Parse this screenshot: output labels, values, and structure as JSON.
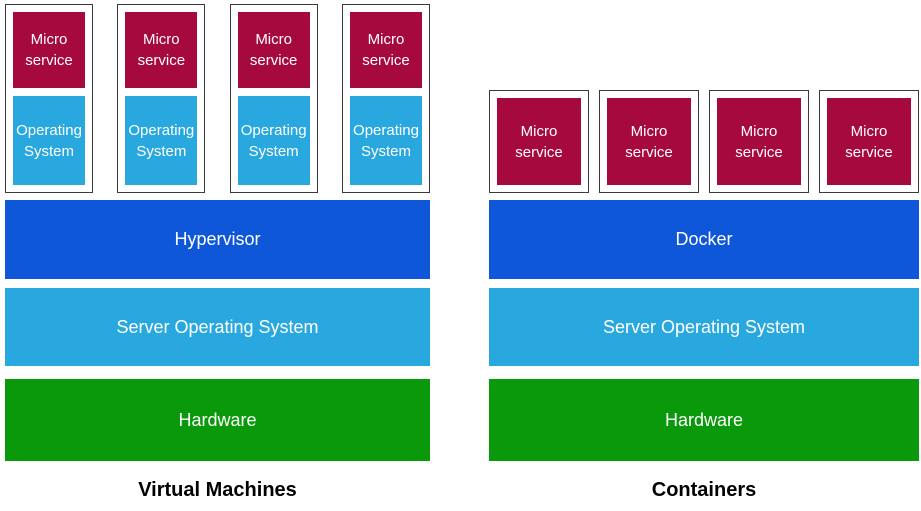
{
  "colors": {
    "microservice": "#A6093D",
    "operating_system": "#29A8DF",
    "platform_blue": "#0E57D8",
    "hardware_green": "#0A990A"
  },
  "left": {
    "caption": "Virtual Machines",
    "stacks": [
      {
        "micro": "Micro service",
        "os": "Operating System"
      },
      {
        "micro": "Micro service",
        "os": "Operating System"
      },
      {
        "micro": "Micro service",
        "os": "Operating System"
      },
      {
        "micro": "Micro service",
        "os": "Operating System"
      }
    ],
    "layers": {
      "hypervisor": "Hypervisor",
      "server_os": "Server Operating System",
      "hardware": "Hardware"
    }
  },
  "right": {
    "caption": "Containers",
    "boxes": [
      {
        "micro": "Micro service"
      },
      {
        "micro": "Micro service"
      },
      {
        "micro": "Micro service"
      },
      {
        "micro": "Micro service"
      }
    ],
    "layers": {
      "docker": "Docker",
      "server_os": "Server Operating System",
      "hardware": "Hardware"
    }
  }
}
